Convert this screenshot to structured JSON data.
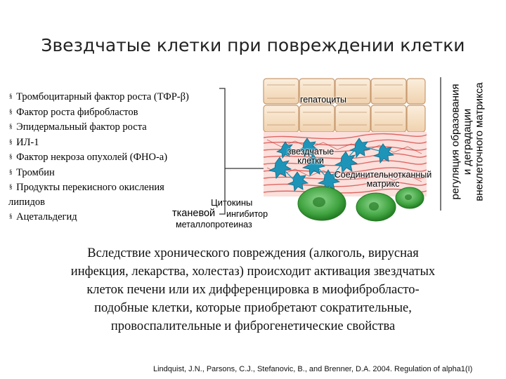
{
  "title": "Звездчатые клетки при повреждении клетки",
  "factors": [
    "Тромбоцитарный фактор роста (ТФР-β)",
    "Фактор роста фибробластов",
    "Эпидермальный фактор роста",
    "ИЛ-1",
    "Фактор некроза опухолей (ФНО-а)",
    "Тромбин",
    "Продукты перекисного окисления",
    "липидов",
    "Ацетальдегид"
  ],
  "bullet": "§",
  "cytokines": {
    "line1": "Цитокины",
    "line2a": "тканевой",
    "line2b": "ингибитор",
    "line3": "металлопротеиназ"
  },
  "diagram": {
    "hepatocytes": "гепатоциты",
    "stellate_cells": [
      "звездчатые",
      "клетки"
    ],
    "matrix": [
      "Соединительнотканный",
      "матрикс"
    ]
  },
  "vertical_label": [
    "регуляция образования",
    "и деградации",
    "внеклеточного матрикса"
  ],
  "summary": [
    "Вследствие хронического повреждения (алкоголь, вирусная",
    "инфекция, лекарства, холестаз) происходит активация звездчатых",
    "клеток печени или их дифференцировка в миофибробласто-",
    "подобные клетки, которые приобретают сократительные,",
    "провоспалительные и фиброгенетические свойства"
  ],
  "citation": "Lindquist, J.N., Parsons, C.J., Stefanovic, B., and Brenner, D.A. 2004. Regulation of alpha1(I)",
  "colors": {
    "hepatocyte_fill": "#f6e1c7",
    "hepatocyte_border": "#c79a70",
    "matrix_fiber": "#d9534f",
    "stellate_cell": "#1e94b8",
    "green_cell": "#2e8b2e",
    "green_cell_light": "#6fc36f",
    "divider": "#333333"
  }
}
